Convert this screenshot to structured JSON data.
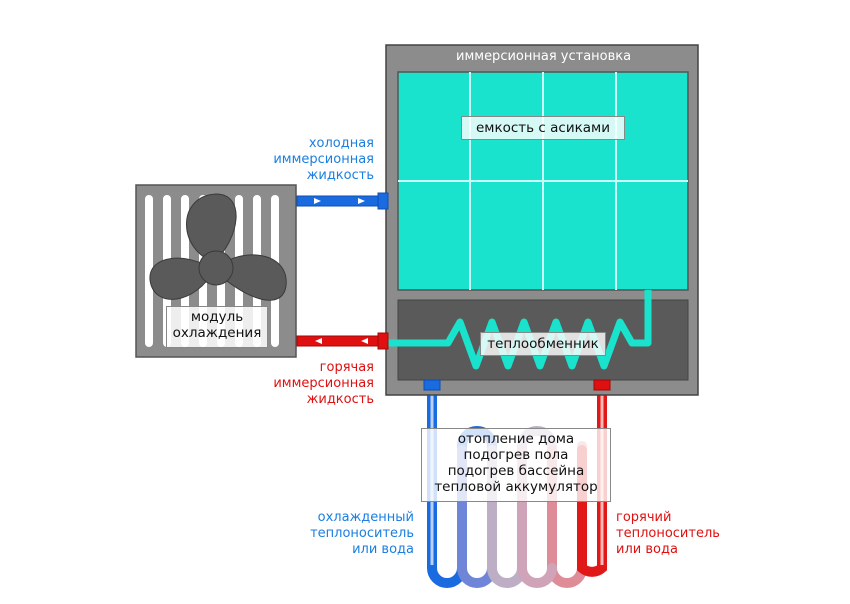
{
  "installation": {
    "title": "иммерсионная установка"
  },
  "tank": {
    "label": "емкость с асиками"
  },
  "heat_exchanger": {
    "label": "теплообменник"
  },
  "cooling_module": {
    "line1": "модуль",
    "line2": "охлаждения"
  },
  "cold_fluid": {
    "line1": "холодная",
    "line2": "иммерсионная",
    "line3": "жидкость"
  },
  "hot_fluid": {
    "line1": "горячая",
    "line2": "иммерсионная",
    "line3": "жидкость"
  },
  "consumers": {
    "line1": "отопление дома",
    "line2": "подогрев пола",
    "line3": "подогрев бассейна",
    "line4": "тепловой аккумулятор"
  },
  "cooled_carrier": {
    "line1": "охлажденный",
    "line2": "теплоноситель",
    "line3": "или вода"
  },
  "hot_carrier": {
    "line1": "горячий",
    "line2": "теплоноситель",
    "line3": "или вода"
  },
  "colors": {
    "cold": "#1a7fe0",
    "hot": "#e01010",
    "coolant": "#19e3cc",
    "frame": "#8c8c8c",
    "dark": "#5a5a5a"
  }
}
